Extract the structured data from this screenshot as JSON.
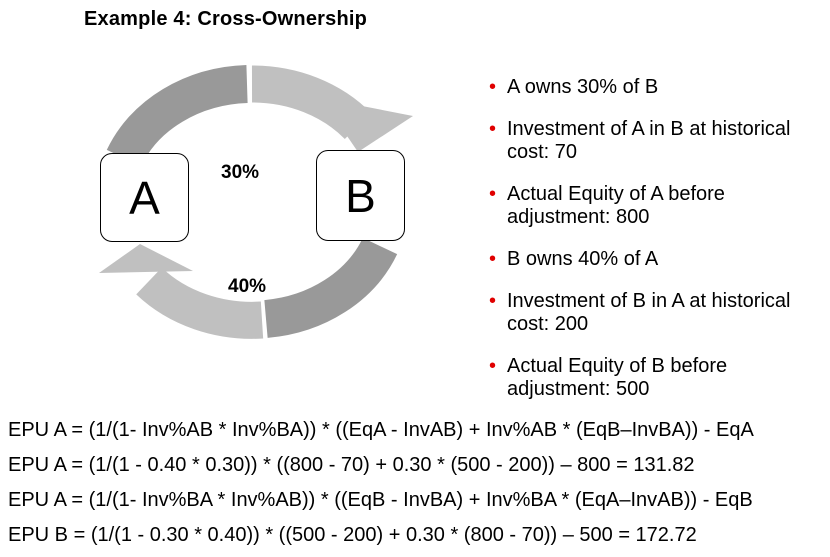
{
  "title": "Example 4: Cross-Ownership",
  "diagram": {
    "node_a_label": "A",
    "node_b_label": "B",
    "top_arrow_label": "30%",
    "bottom_arrow_label": "40%",
    "colors": {
      "arrow_dark": "#999999",
      "arrow_light": "#c0c0c0",
      "bullet_red": "#e00000",
      "text": "#000000",
      "background": "#ffffff"
    }
  },
  "bullets": [
    "A owns 30% of B",
    "Investment of A in B at historical cost: 70",
    "Actual Equity of A before adjustment: 800",
    "B owns 40% of A",
    "Investment of B in A at historical cost: 200",
    "Actual Equity of B before adjustment: 500"
  ],
  "formulas": [
    "EPU A = (1/(1- Inv%AB * Inv%BA)) * ((EqA - InvAB) + Inv%AB * (EqB–InvBA)) - EqA",
    "EPU A = (1/(1 - 0.40 * 0.30)) * ((800 - 70) + 0.30 * (500 - 200)) – 800 = 131.82",
    "EPU A = (1/(1- Inv%BA * Inv%AB)) * ((EqB - InvBA) + Inv%BA * (EqA–InvAB)) - EqB",
    "EPU B = (1/(1 - 0.30 * 0.40)) * ((500 - 200) + 0.30 * (800 - 70)) – 500 = 172.72"
  ]
}
